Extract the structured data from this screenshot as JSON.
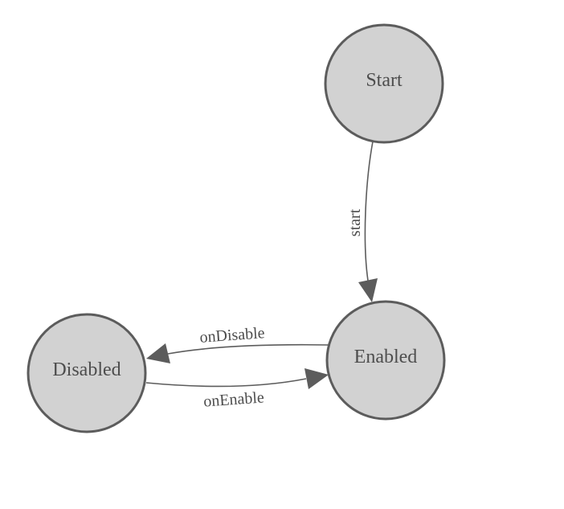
{
  "diagram": {
    "type": "state-machine",
    "background_color": "#ffffff",
    "node_fill": "#d2d2d2",
    "node_stroke": "#5c5c5c",
    "edge_color": "#5c5c5c",
    "arrowhead_color": "#5c5c5c",
    "label_color": "#4d4d4d",
    "nodes": {
      "start": {
        "label": "Start"
      },
      "enabled": {
        "label": "Enabled"
      },
      "disabled": {
        "label": "Disabled"
      }
    },
    "edges": {
      "start_to_enabled": {
        "label": "start",
        "from": "Start",
        "to": "Enabled"
      },
      "enabled_to_disabled": {
        "label": "onDisable",
        "from": "Enabled",
        "to": "Disabled"
      },
      "disabled_to_enabled": {
        "label": "onEnable",
        "from": "Disabled",
        "to": "Enabled"
      }
    }
  }
}
